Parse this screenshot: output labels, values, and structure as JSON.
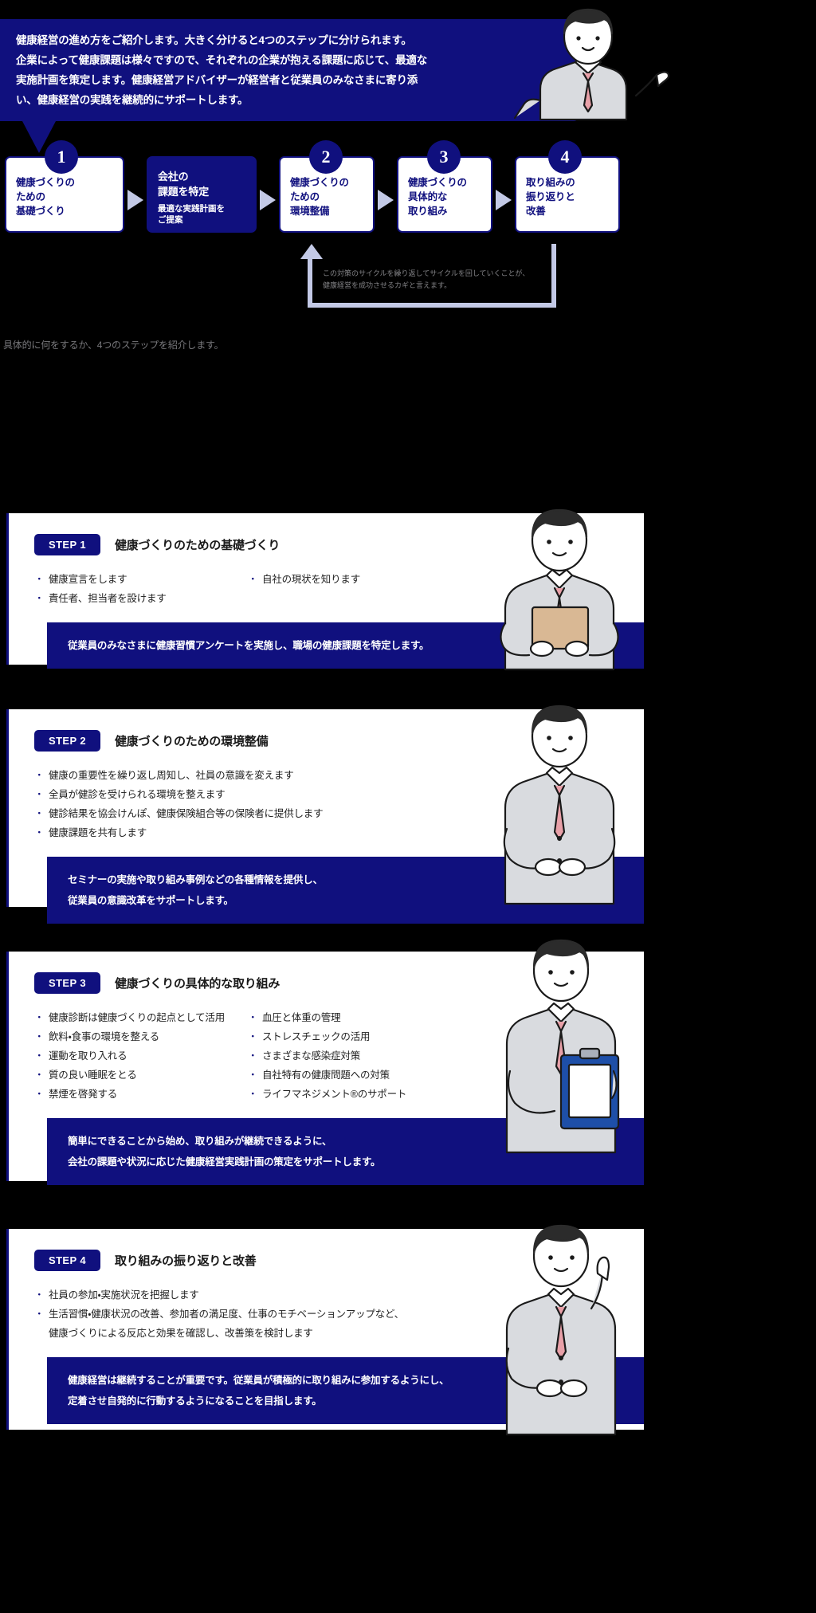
{
  "intro": {
    "lines": [
      "健康経営の進め方をご紹介します。大きく分けると4つのステップに分けられます。",
      "企業によって健康課題は様々ですので、それぞれの企業が抱える課題に応じて、最適な",
      "実施計画を策定します。健康経営アドバイザーが経営者と従業員のみなさまに寄り添",
      "い、健康経営の実践を継続的にサポートします。"
    ]
  },
  "flow": {
    "boxes": [
      {
        "number": "1",
        "title_lines": [
          "健康づくりの",
          "ための",
          "基礎づくり"
        ],
        "highlight": false
      },
      {
        "number": "",
        "title_lines": [
          "会社の",
          "課題を特定"
        ],
        "sub_lines": [
          "最適な実践計画を",
          "ご提案"
        ],
        "highlight": true
      },
      {
        "number": "2",
        "title_lines": [
          "健康づくりの",
          "ための",
          "環境整備"
        ],
        "highlight": false
      },
      {
        "number": "3",
        "title_lines": [
          "健康づくりの",
          "具体的な",
          "取り組み"
        ],
        "highlight": false
      },
      {
        "number": "4",
        "title_lines": [
          "取り組みの",
          "振り返りと",
          "改善"
        ],
        "highlight": false
      }
    ],
    "loop_note_lines": [
      "この対策のサイクルを繰り返してサイクルを回していくことが、",
      "健康経営を成功させるカギと言えます。"
    ]
  },
  "lead": "具体的に何をするか、4つのステップを紹介します。",
  "steps": [
    {
      "badge": "STEP 1",
      "title": "健康づくりのための基礎づくり",
      "bullets_col1": [
        "健康宣言をします",
        "責任者、担当者を設けます"
      ],
      "bullets_col2": [
        "自社の現状を知ります"
      ],
      "band_lines": [
        "従業員のみなさまに健康習慣アンケートを実施し、職場の健康課題を特定します。"
      ]
    },
    {
      "badge": "STEP 2",
      "title": "健康づくりのための環境整備",
      "bullets_col1": [
        "健康の重要性を繰り返し周知し、社員の意識を変えます",
        "全員が健診を受けられる環境を整えます",
        "健診結果を協会けんぽ、健康保険組合等の保険者に提供します",
        "健康課題を共有します"
      ],
      "bullets_col2": [],
      "band_lines": [
        "セミナーの実施や取り組み事例などの各種情報を提供し、",
        "従業員の意識改革をサポートします。"
      ]
    },
    {
      "badge": "STEP 3",
      "title": "健康づくりの具体的な取り組み",
      "bullets_col1": [
        "健康診断は健康づくりの起点として活用",
        "飲料・食事の環境を整える",
        "運動を取り入れる",
        "質の良い睡眠をとる",
        "禁煙を啓発する"
      ],
      "bullets_col2": [
        "血圧と体重の管理",
        "ストレスチェックの活用",
        "さまざまな感染症対策",
        "自社特有の健康問題への対策",
        "ライフマネジメント®のサポート"
      ],
      "band_lines": [
        "簡単にできることから始め、取り組みが継続できるように、",
        "会社の課題や状況に応じた健康経営実践計画の策定をサポートします。"
      ]
    },
    {
      "badge": "STEP 4",
      "title": "取り組みの振り返りと改善",
      "bullets_col1": [
        "社員の参加・実施状況を把握します",
        "生活習慣・健康状況の改善、参加者の満足度、仕事のモチベーションアップなど、"
      ],
      "bullets_col1_cont": "健康づくりによる反応と効果を確認し、改善策を検討します",
      "bullets_col2": [],
      "band_lines": [
        "健康経営は継続することが重要です。従業員が積極的に取り組みに参加するようにし、",
        "定着させ自発的に行動するようになることを目指します。"
      ]
    }
  ],
  "colors": {
    "navy": "#10107e",
    "light_blue": "#c3c9e6",
    "white": "#ffffff",
    "background": "#000000"
  }
}
